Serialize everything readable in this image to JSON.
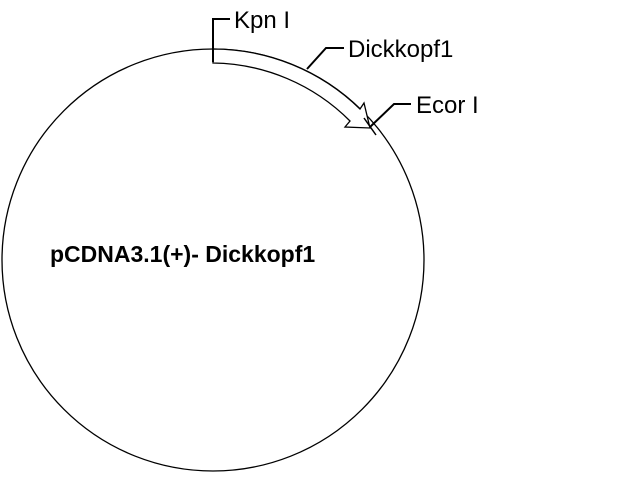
{
  "plasmid": {
    "name": "pCDNA3.1(+)- Dickkopf1"
  },
  "features": {
    "kpn": {
      "label": "Kpn I"
    },
    "insert": {
      "label": "Dickkopf1"
    },
    "ecor": {
      "label": "Ecor I"
    }
  },
  "colors": {
    "line": "#000000",
    "background": "#ffffff"
  }
}
